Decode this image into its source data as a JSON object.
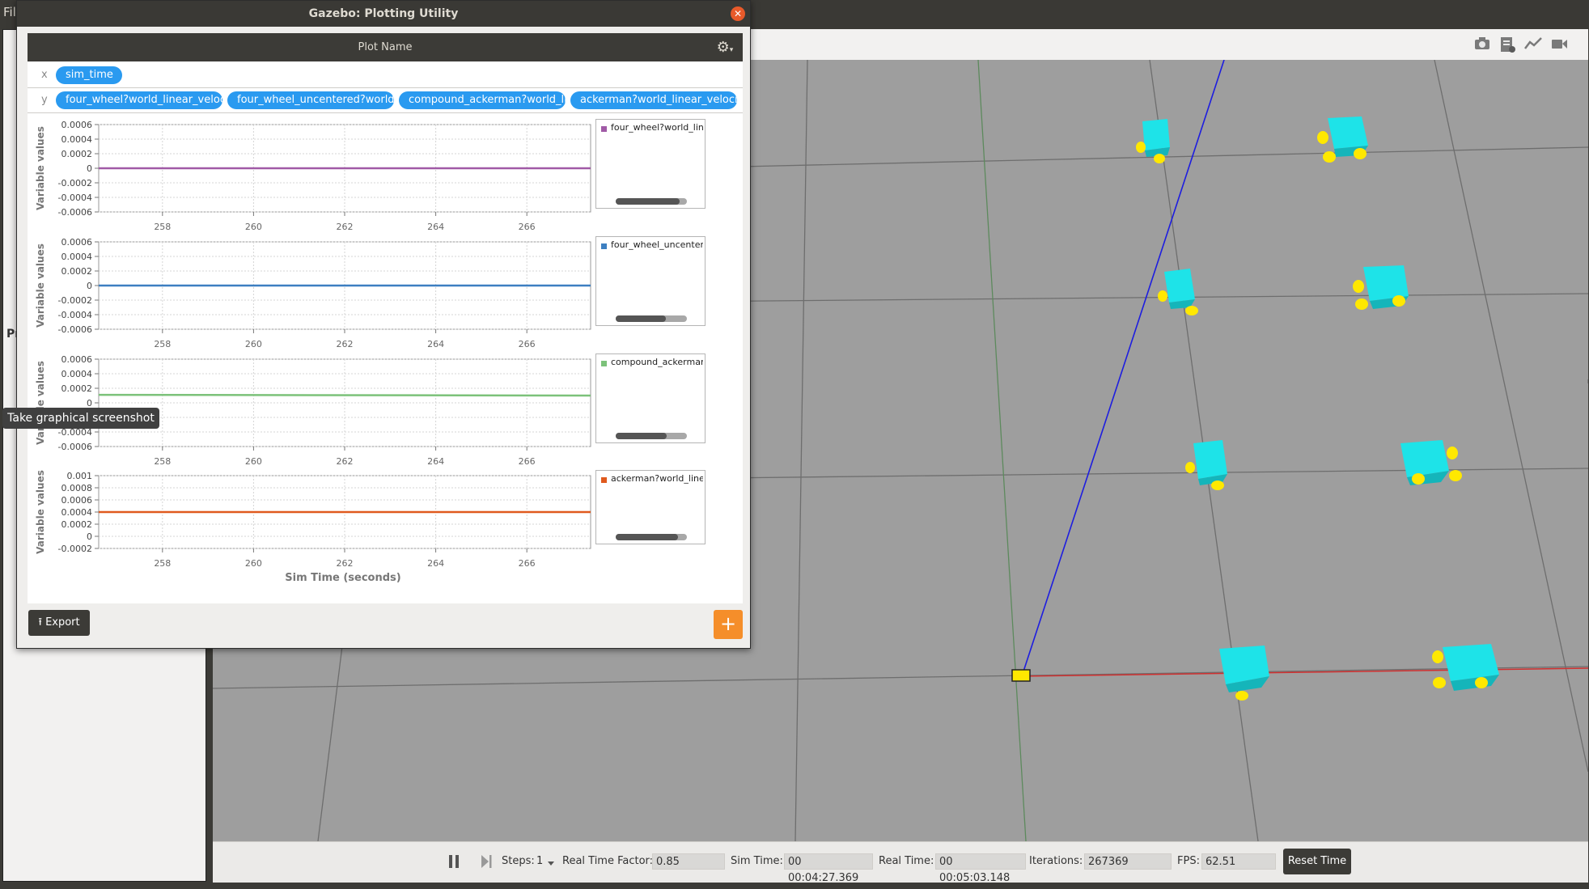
{
  "menubar": {
    "file_label": "File"
  },
  "left_panel": {
    "partial_label": "Pr"
  },
  "tooltip": {
    "text": "Take graphical screenshot"
  },
  "scene_toolbar": {
    "icons": [
      "camera-icon",
      "log-icon",
      "plot-icon",
      "video-icon"
    ]
  },
  "plot_window": {
    "title": "Gazebo: Plotting Utility",
    "plot_name": "Plot Name",
    "x_label": "x",
    "y_label": "y",
    "x_variables": [
      "sim_time"
    ],
    "y_variables": [
      "four_wheel?world_linear_veloc",
      "four_wheel_uncentered?world_",
      "compound_ackerman?world_li",
      "ackerman?world_linear_velocit"
    ],
    "export_label": "Export",
    "add_label": "+",
    "x_axis_title": "Sim Time (seconds)"
  },
  "chart_data": [
    {
      "type": "line",
      "ylabel": "Variable values",
      "x_ticks": [
        258,
        260,
        262,
        264,
        266
      ],
      "y_ticks": [
        "0.0006",
        "0.0004",
        "0.0002",
        "0",
        "-0.0002",
        "-0.0004",
        "-0.0006"
      ],
      "xlim": [
        256.6,
        267.4
      ],
      "ylim": [
        -0.0006,
        0.0006
      ],
      "series": [
        {
          "name": "four_wheel?world_linear_veloc",
          "color": "#a05aa6",
          "x": [
            256.6,
            267.4
          ],
          "y": [
            0,
            0
          ]
        }
      ],
      "legend_scroll": 0.9
    },
    {
      "type": "line",
      "ylabel": "Variable values",
      "x_ticks": [
        258,
        260,
        262,
        264,
        266
      ],
      "y_ticks": [
        "0.0006",
        "0.0004",
        "0.0002",
        "0",
        "-0.0002",
        "-0.0004",
        "-0.0006"
      ],
      "xlim": [
        256.6,
        267.4
      ],
      "ylim": [
        -0.0006,
        0.0006
      ],
      "series": [
        {
          "name": "four_wheel_uncentered?world",
          "color": "#3d7fc1",
          "x": [
            256.6,
            267.4
          ],
          "y": [
            0,
            0
          ]
        }
      ],
      "legend_scroll": 0.7
    },
    {
      "type": "line",
      "ylabel": "Variable values",
      "x_ticks": [
        258,
        260,
        262,
        264,
        266
      ],
      "y_ticks": [
        "0.0006",
        "0.0004",
        "0.0002",
        "0",
        "-0.0002",
        "-0.0004",
        "-0.0006"
      ],
      "xlim": [
        256.6,
        267.4
      ],
      "ylim": [
        -0.0006,
        0.0006
      ],
      "series": [
        {
          "name": "compound_ackerman?world_li",
          "color": "#7cc27a",
          "x": [
            256.6,
            267.4
          ],
          "y": [
            0.00011,
            0.0001
          ]
        }
      ],
      "legend_scroll": 0.72
    },
    {
      "type": "line",
      "ylabel": "Variable values",
      "x_ticks": [
        258,
        260,
        262,
        264,
        266
      ],
      "y_ticks": [
        "0.001",
        "0.0008",
        "0.0006",
        "0.0004",
        "0.0002",
        "0",
        "-0.0002"
      ],
      "xlim": [
        256.6,
        267.4
      ],
      "ylim": [
        -0.0002,
        0.001
      ],
      "series": [
        {
          "name": "ackerman?world_linear_veloci",
          "color": "#e05a1e",
          "x": [
            256.6,
            267.4
          ],
          "y": [
            0.0004,
            0.0004
          ]
        }
      ],
      "legend_scroll": 0.88
    }
  ],
  "statusbar": {
    "steps_label": "Steps:",
    "steps_value": "1",
    "rtf_label": "Real Time Factor:",
    "rtf_value": "0.85",
    "sim_time_label": "Sim Time:",
    "sim_time_value": "00 00:04:27.369",
    "real_time_label": "Real Time:",
    "real_time_value": "00 00:05:03.148",
    "iterations_label": "Iterations:",
    "iterations_value": "267369",
    "fps_label": "FPS:",
    "fps_value": "62.51",
    "reset_label": "Reset Time"
  },
  "colors": {
    "cube": "#1ee3e8",
    "wheel": "#ffe800",
    "blue_ray": "#1d1de0",
    "red_axis": "#d03030",
    "ground": "#9e9e9e"
  }
}
